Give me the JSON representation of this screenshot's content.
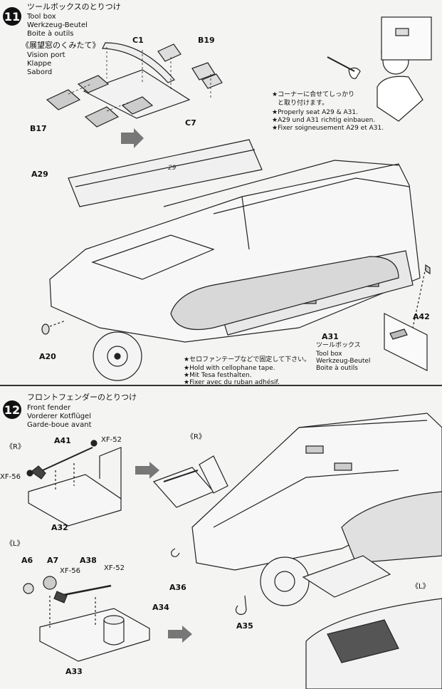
{
  "step11": {
    "number": "11",
    "title_jp": "ツールボックスのとりつけ",
    "title_en": "Tool box",
    "title_de": "Werkzeug-Beutel",
    "title_fr": "Boite à outils",
    "sub_jp": "《展望窓のくみたて》",
    "sub_en": "Vision port",
    "sub_de": "Klappe",
    "sub_fr": "Sabord",
    "note_jp1": "★コーナーに合せてしっかり",
    "note_jp2": "と取り付けます。",
    "note_en": "★Properly seat A29 & A31.",
    "note_de": "★A29 und A31 richtig einbauen.",
    "note_fr": "★Fixer soigneusement A29 et A31.",
    "tape_jp": "★セロファンテープなどで固定して下さい。",
    "tape_en": "★Hold with cellophane tape.",
    "tape_de": "★Mit Tesa festhalten.",
    "tape_fr": "★Fixer avec du ruban adhésif.",
    "box_jp": "ツールボックス",
    "box_en": "Tool box",
    "box_de": "Werkzeug-Beutel",
    "box_fr": "Boite à outils",
    "parts": {
      "c1": "C1",
      "b19": "B19",
      "b17": "B17",
      "c7": "C7",
      "a29": "A29",
      "a31": "A31",
      "a20": "A20",
      "a42": "A42"
    },
    "a29_mark": "29"
  },
  "step12": {
    "number": "12",
    "title_jp": "フロントフェンダーのとりつけ",
    "title_en": "Front fender",
    "title_de": "Vorderer Kotflügel",
    "title_fr": "Garde-boue avant",
    "r1": "《R》",
    "r2": "《R》",
    "l1": "《L》",
    "l2": "《L》",
    "parts": {
      "a41": "A41",
      "xf52a": "XF-52",
      "xf56a": "XF-56",
      "a32": "A32",
      "a6": "A6",
      "a7": "A7",
      "a38": "A38",
      "xf56b": "XF-56",
      "xf52b": "XF-52",
      "a34": "A34",
      "a33": "A33",
      "a36": "A36",
      "a35": "A35"
    }
  }
}
